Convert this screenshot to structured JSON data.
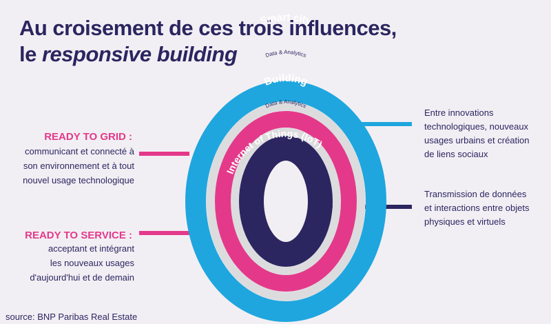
{
  "title": {
    "line1": "Au croisement de ces trois influences,",
    "line2_prefix": "le ",
    "line2_emph": "responsive building"
  },
  "rings": {
    "outer": {
      "label": "Smart city",
      "color": "#1fa6de"
    },
    "sep1": {
      "label": "Data & Analytics"
    },
    "middle": {
      "label": "Building",
      "color": "#e4398a"
    },
    "sep2": {
      "label": "Data & Analytics"
    },
    "inner": {
      "label": "Internet of Things (IoT)",
      "color": "#2b2560"
    }
  },
  "left": {
    "grid": {
      "heading": "READY TO GRID :",
      "lines": [
        "communicant et connecté à",
        "son environnement et à tout",
        "nouvel usage technologique"
      ]
    },
    "service": {
      "heading": "READY TO SERVICE :",
      "lines": [
        "acceptant et intégrant",
        "les nouveaux usages",
        "d'aujourd'hui et de demain"
      ]
    }
  },
  "right": {
    "smartcity": {
      "lines": [
        "Entre innovations",
        "technologiques, nouveaux",
        "usages urbains et création",
        "de liens sociaux"
      ]
    },
    "iot": {
      "lines": [
        "Transmission de données",
        "et interactions entre objets",
        "physiques et virtuels"
      ]
    }
  },
  "source": "source: BNP Paribas Real Estate"
}
